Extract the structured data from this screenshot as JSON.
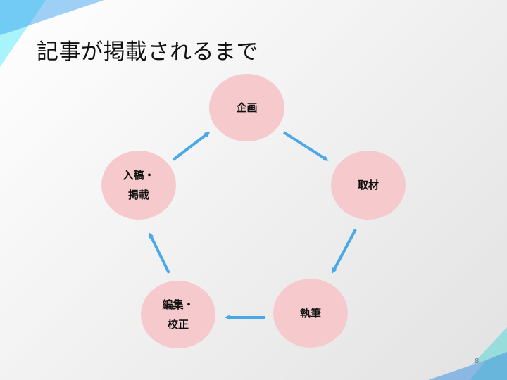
{
  "slide": {
    "title": "記事が掲載されるまで",
    "page_number": "8"
  },
  "cycle": {
    "nodes": [
      {
        "label": "企画"
      },
      {
        "label": "取材"
      },
      {
        "label": "執筆"
      },
      {
        "label": "編集・\n校正"
      },
      {
        "label": "入稿・\n掲載"
      }
    ],
    "node_color": "#f6cacc",
    "arrow_color": "#4aa8e8"
  }
}
